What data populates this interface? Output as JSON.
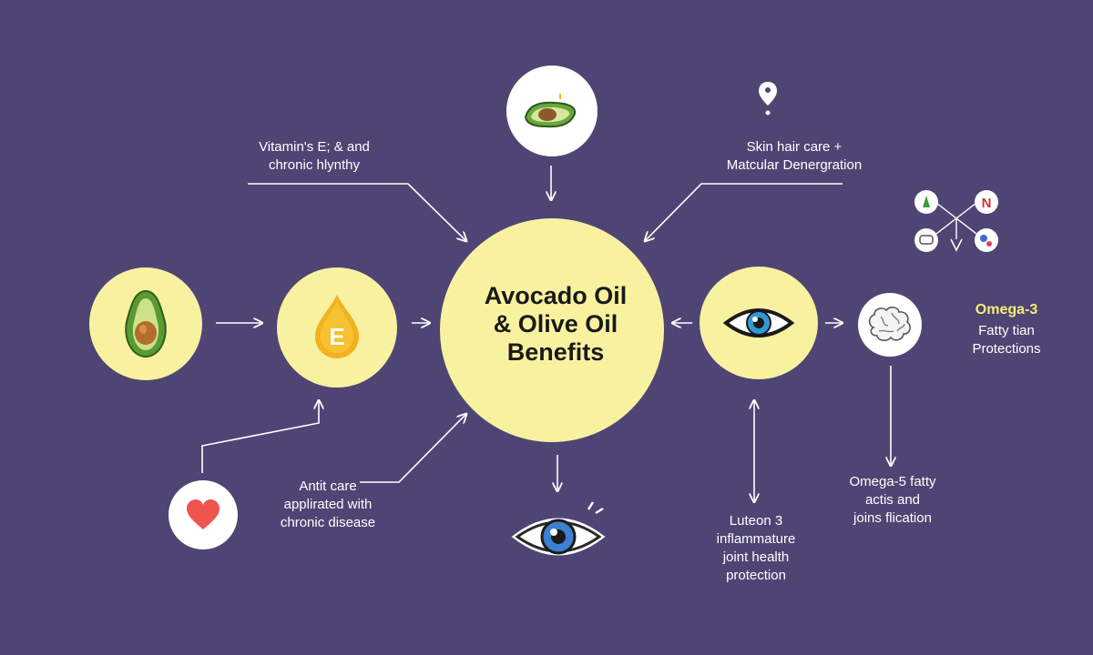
{
  "center": {
    "title": "Avocado Oil\n& Olive Oil\nBenefits"
  },
  "labels": {
    "vitamin": "Vitamin's E; & and\nchronic hlynthy",
    "skin": "Skin hair care +\nMatcular Denergration",
    "anti": "Antit care\napplirated with\nchronic disease",
    "lutein": "Luteon 3\ninflammature\njoint health\nprotection",
    "omega_title": "Omega-3",
    "omega_sub": "Fatty tian\nProtections",
    "omega5": "Omega-5 fatty\nactis and\njoins flication"
  },
  "icons": {
    "vitamin_letter": "E",
    "small_n": "N"
  },
  "colors": {
    "background": "#4f4574",
    "circle_yellow": "#f8f2a0",
    "text": "#ffffff",
    "accent_yellow": "#f5ec7a"
  }
}
